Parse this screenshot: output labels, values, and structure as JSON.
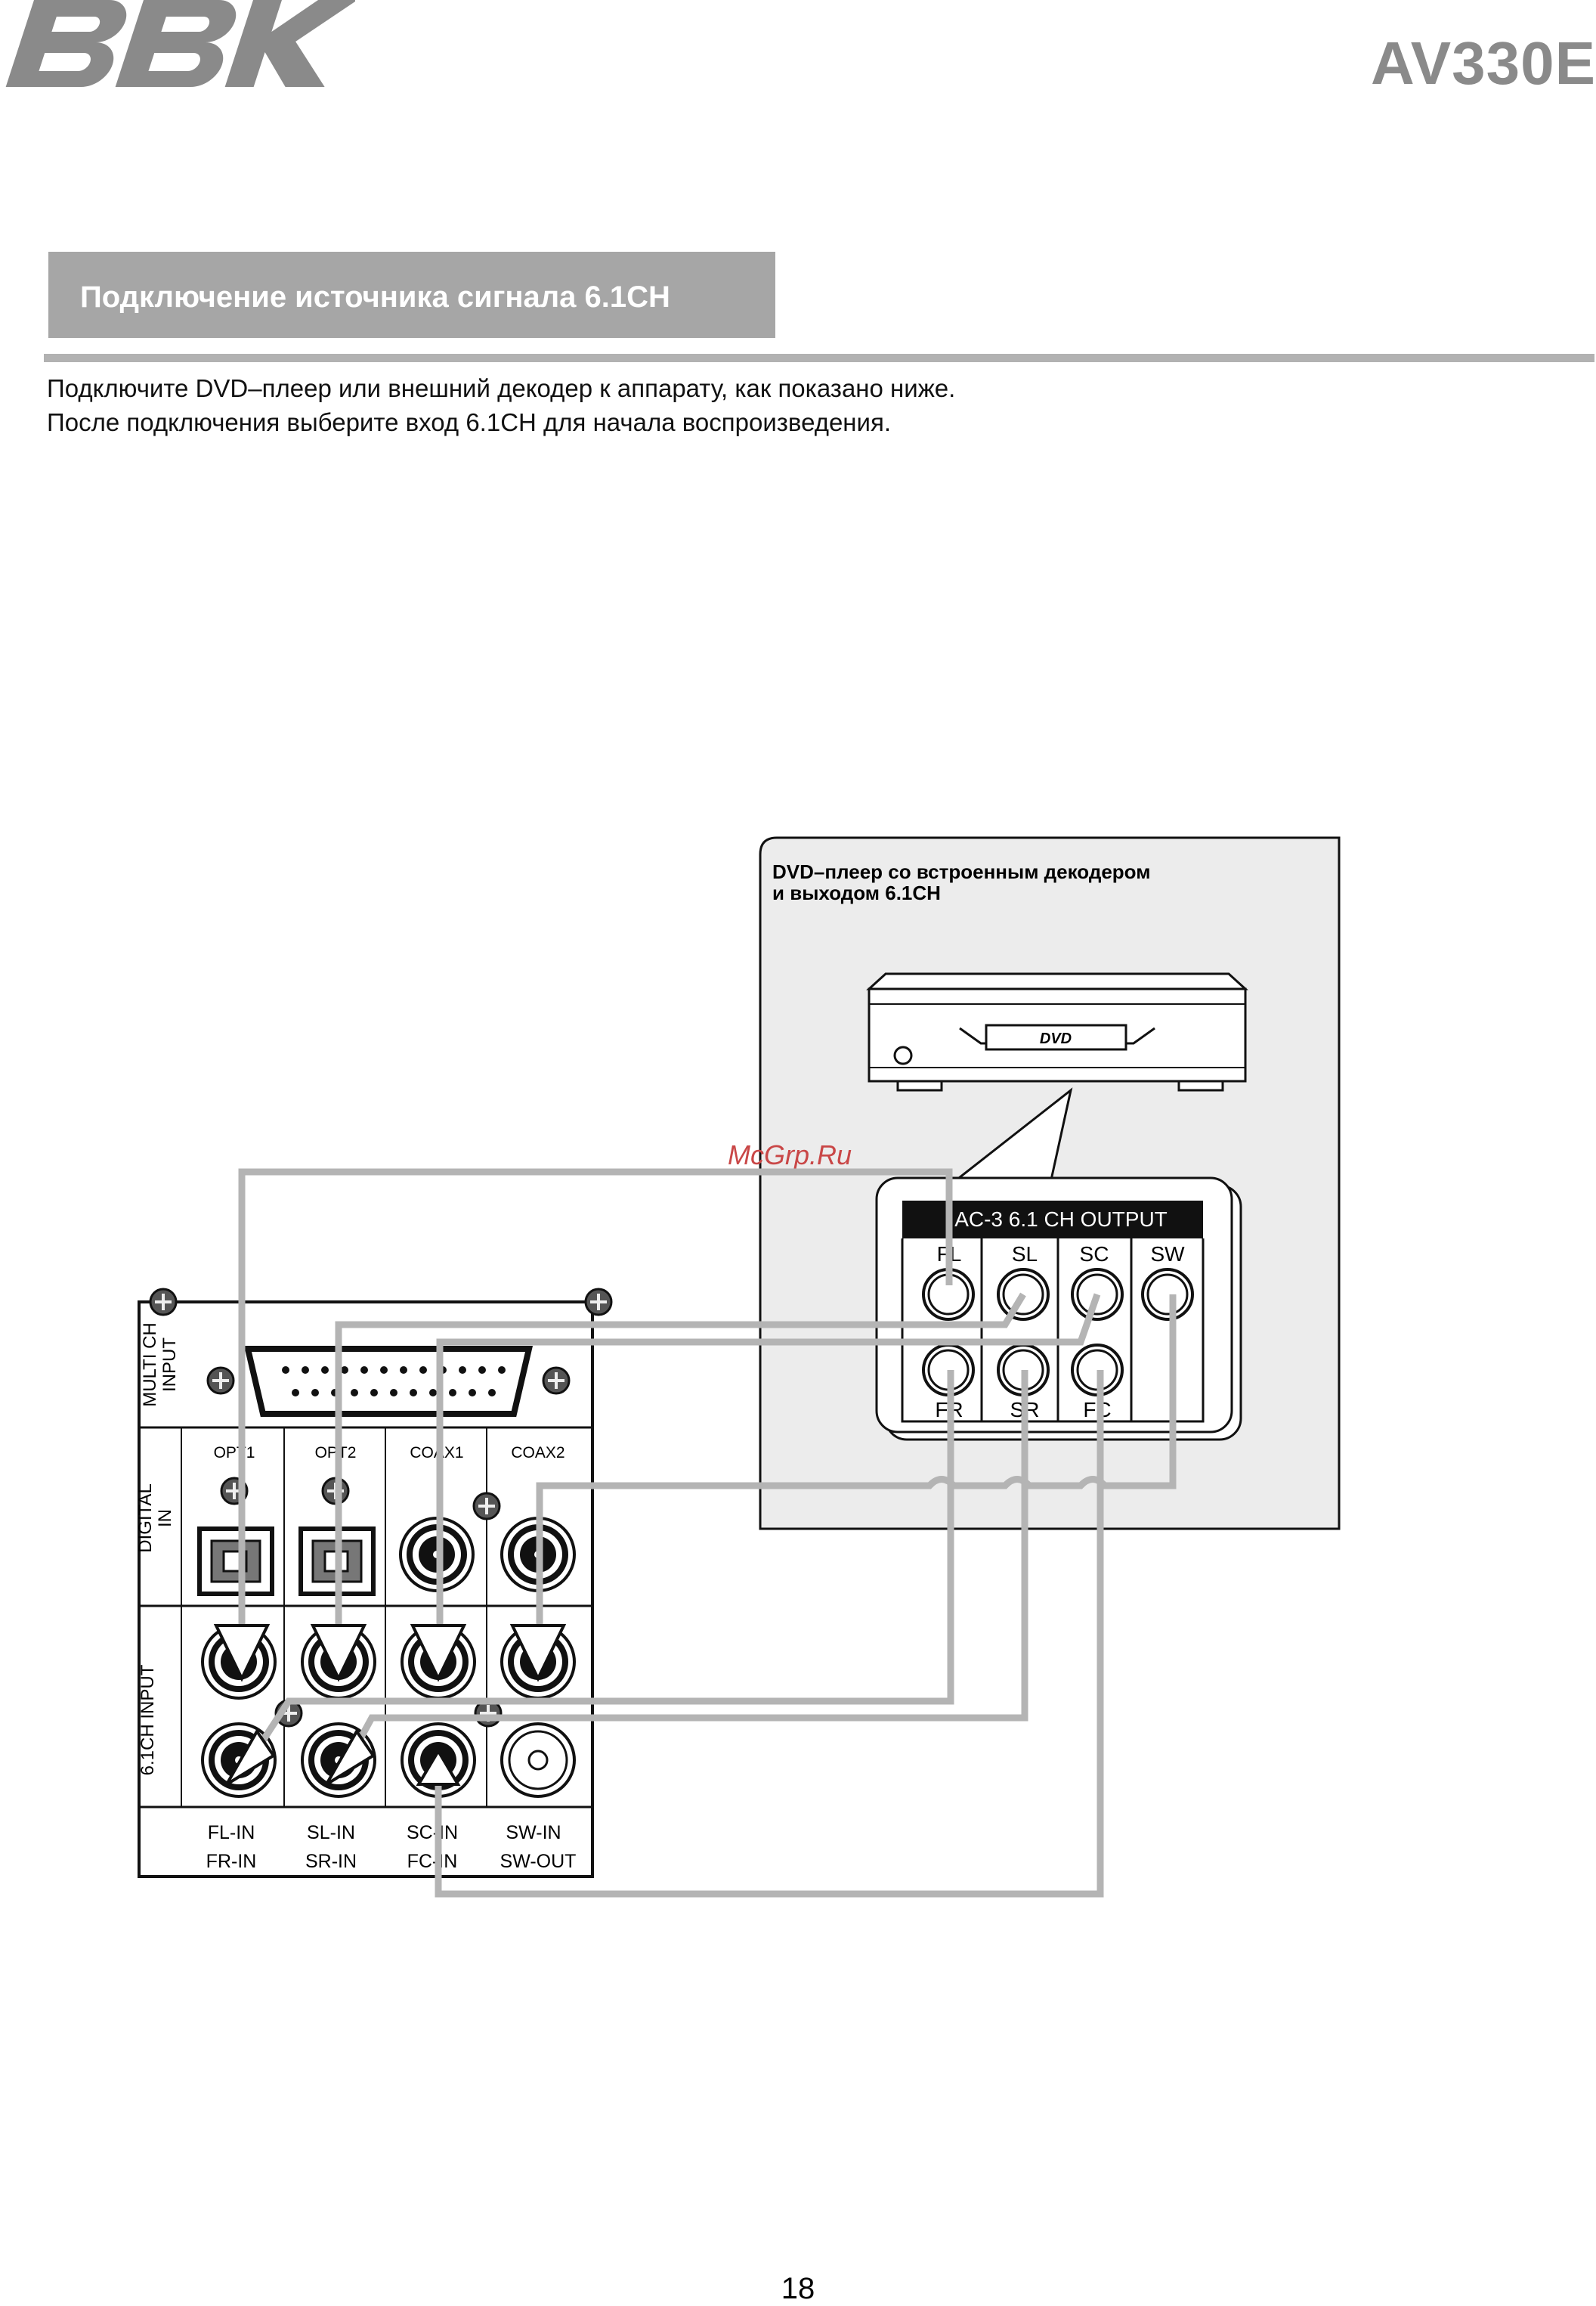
{
  "header": {
    "brand_logo_text": "BBK",
    "model": "AV330E"
  },
  "section": {
    "title": "Подключение источника сигнала 6.1CH",
    "line1": "Подключите DVD–плеер или внешний декодер к аппарату, как показано ниже.",
    "line2": "После подключения выберите вход 6.1CH для начала воспроизведения."
  },
  "dvd_panel": {
    "caption_line1": "DVD–плеер со встроенным декодером",
    "caption_line2": "и выходом 6.1CH",
    "disc_badge": "DVD",
    "output_title": "AC-3 6.1 CH OUTPUT",
    "top_labels": [
      "FL",
      "SL",
      "SC",
      "SW"
    ],
    "bottom_labels": [
      "FR",
      "SR",
      "FC"
    ]
  },
  "watermark": "McGrp.Ru",
  "receiver_panel": {
    "multi_ch_line1": "MULTI CH",
    "multi_ch_line2": "INPUT",
    "digital_line1": "DIGITAL",
    "digital_line2": "IN",
    "input61": "6.1CH INPUT",
    "digital_labels": [
      "OPT1",
      "OPT2",
      "COAX1",
      "COAX2"
    ],
    "bottom_row1": [
      "FL-IN",
      "SL-IN",
      "SC-IN",
      "SW-IN"
    ],
    "bottom_row2": [
      "FR-IN",
      "SR-IN",
      "FC-IN",
      "SW-OUT"
    ]
  },
  "footer": {
    "page_number": "18"
  },
  "colors": {
    "banner": "#a6a6a6",
    "cable": "#b4b4b4",
    "panel_bg": "#ececec",
    "logo": "#8a8a8a"
  }
}
